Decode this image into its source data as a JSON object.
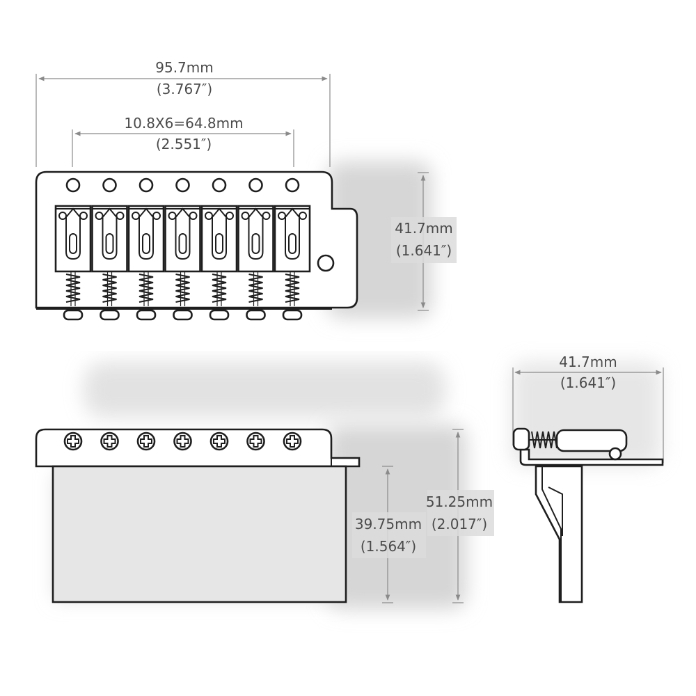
{
  "top_view": {
    "width_mm": "95.7mm",
    "width_in": "(3.767″)",
    "spacing_mm": "10.8X6=64.8mm",
    "spacing_in": "(2.551″)",
    "depth_mm": "41.7mm",
    "depth_in": "(1.641″)"
  },
  "front_view": {
    "block_mm": "39.75mm",
    "block_in": "(1.564″)",
    "total_mm": "51.25mm",
    "total_in": "(2.017″)"
  },
  "side_view": {
    "depth_mm": "41.7mm",
    "depth_in": "(1.641″)"
  },
  "saddle_count": 7,
  "icons": [
    "screw-hole-icon",
    "phillips-screw-icon",
    "spring-icon",
    "arrowhead-icon"
  ]
}
